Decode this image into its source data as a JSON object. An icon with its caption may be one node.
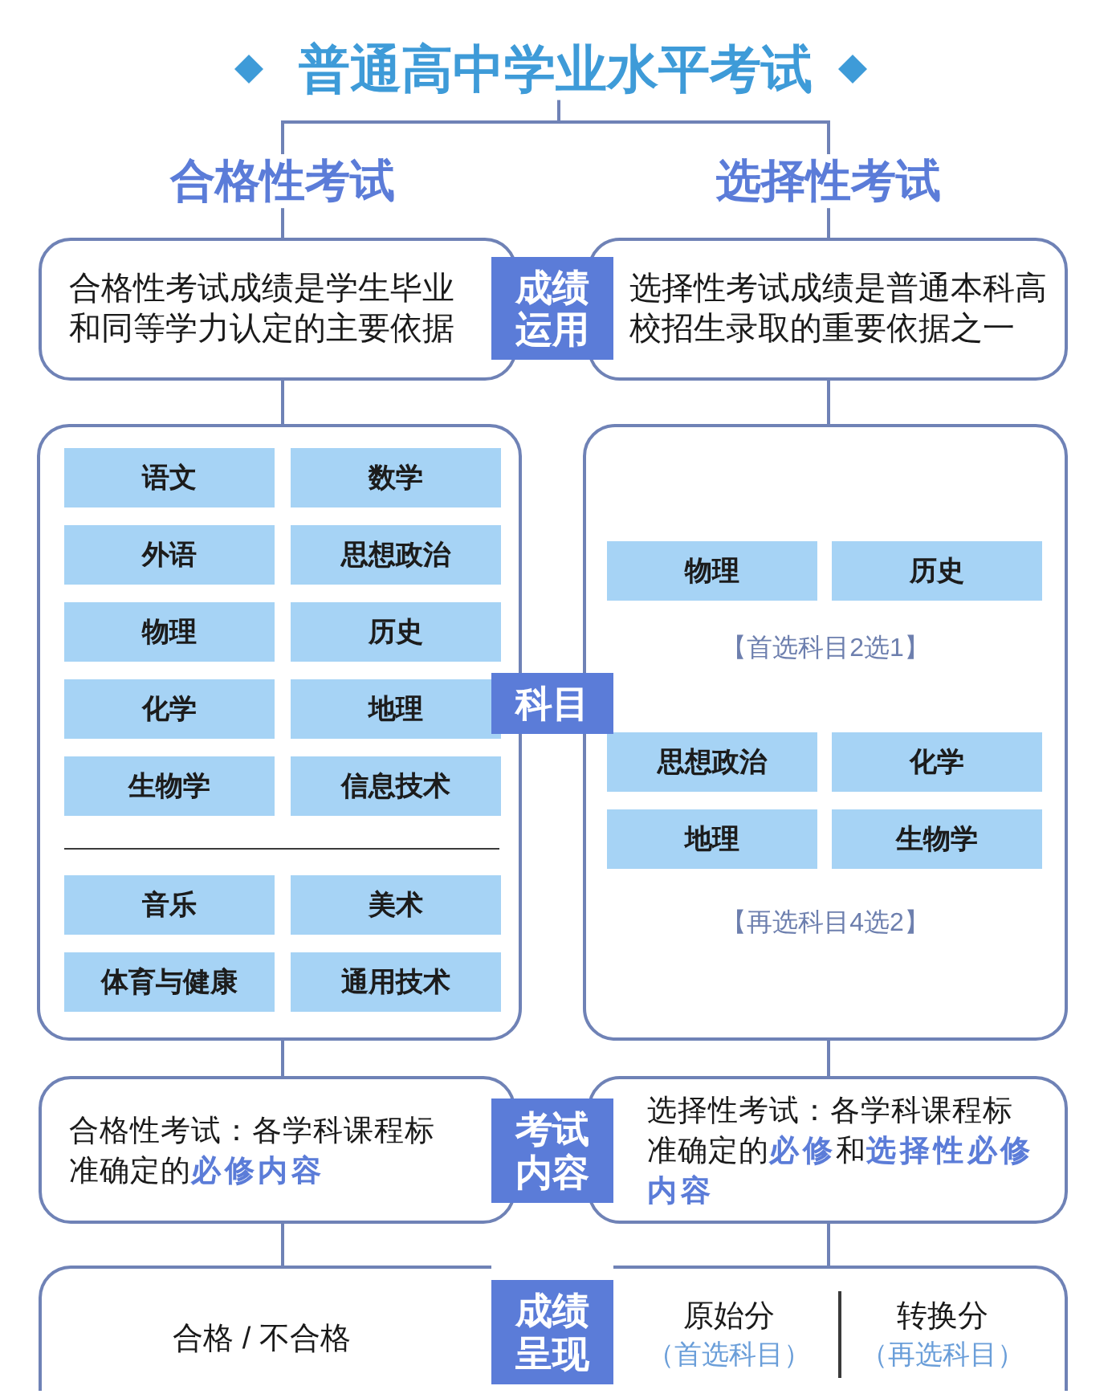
{
  "diagram": {
    "nodes": [
      {
        "text": [
          "普通高中学业水平考试"
        ]
      },
      {
        "text": [
          "合格性考试"
        ]
      },
      {
        "text": [
          "选择性考试"
        ]
      },
      {
        "text": [
          "合格性考试成绩是学生毕业和同等学力认定的主要依据"
        ]
      },
      {
        "text": [
          "成绩运用"
        ]
      },
      {
        "text": [
          "选择性考试成绩是普通本科高校招生录取的重要依据之一"
        ]
      },
      {
        "text": [],
        "shape": "box"
      },
      {
        "text": [
          "语文"
        ],
        "in": 6
      },
      {
        "text": [
          "数学"
        ],
        "in": 6
      },
      {
        "text": [
          "外语"
        ],
        "in": 6
      },
      {
        "text": [
          "思想政治"
        ],
        "in": 6
      },
      {
        "text": [
          "物理"
        ],
        "in": 6
      },
      {
        "text": [
          "历史"
        ],
        "in": 6
      },
      {
        "text": [
          "化学"
        ],
        "in": 6
      },
      {
        "text": [
          "地理"
        ],
        "in": 6
      },
      {
        "text": [
          "生物学"
        ],
        "in": 6
      },
      {
        "text": [
          "信息技术"
        ],
        "in": 6
      },
      {
        "text": [
          "音乐"
        ],
        "in": 6
      },
      {
        "text": [
          "美术"
        ],
        "in": 6
      },
      {
        "text": [
          "体育与健康"
        ],
        "in": 6
      },
      {
        "text": [
          "通用技术"
        ],
        "in": 6
      },
      {
        "text": [
          "科目"
        ]
      },
      {
        "text": [
          "【首选科目2选1】",
          "【再选科目4选2】"
        ]
      },
      {
        "text": [
          "物理"
        ],
        "in": 22
      },
      {
        "text": [
          "历史"
        ],
        "in": 22
      },
      {
        "text": [
          "思想政治"
        ],
        "in": 22
      },
      {
        "text": [
          "化学"
        ],
        "in": 22
      },
      {
        "text": [
          "地理"
        ],
        "in": 22
      },
      {
        "text": [
          "生物学"
        ],
        "in": 22
      },
      {
        "text": [
          "合格性考试：各学科课程标准确定的**必修内容**"
        ]
      },
      {
        "text": [
          "考试内容"
        ]
      },
      {
        "text": [
          "选择性考试：各学科课程标准确定的**必修**和**选择性必修内容**"
        ]
      },
      {
        "text": [
          "合格 / 不合格"
        ]
      },
      {
        "text": [
          "成绩呈现"
        ]
      },
      {
        "text": [
          "原始分",
          "（首选科目）",
          "转换分",
          "（再选科目）"
        ]
      }
    ],
    "edges": [
      {
        "from": 0,
        "to": 1,
        "arrow": "none"
      },
      {
        "from": 0,
        "to": 2,
        "arrow": "none"
      },
      {
        "from": 1,
        "to": 3,
        "arrow": "none"
      },
      {
        "from": 2,
        "to": 5,
        "arrow": "none"
      },
      {
        "from": 3,
        "to": 6,
        "arrow": "none"
      },
      {
        "from": 5,
        "to": 22,
        "arrow": "none"
      },
      {
        "from": 6,
        "to": 29,
        "arrow": "none"
      },
      {
        "from": 22,
        "to": 31,
        "arrow": "none"
      },
      {
        "from": 29,
        "to": 32,
        "arrow": "none"
      },
      {
        "from": 31,
        "to": 34,
        "arrow": "none"
      }
    ]
  }
}
